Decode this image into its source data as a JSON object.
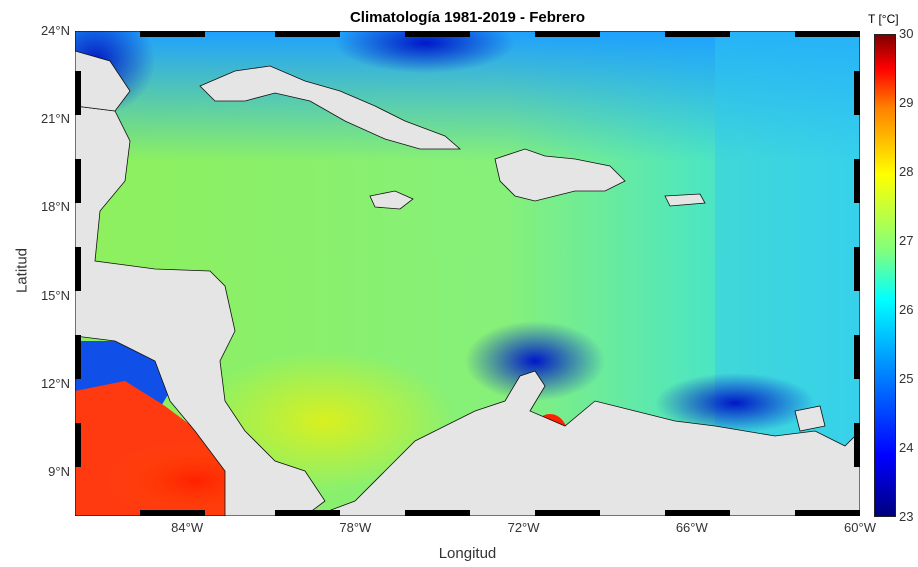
{
  "title": "Climatología 1981-2019 - Febrero",
  "axes": {
    "xlabel": "Longitud",
    "ylabel": "Latitud",
    "lon_range": [
      -88,
      -60
    ],
    "lat_range": [
      7.5,
      24
    ],
    "x_ticks": [
      {
        "lon": -84,
        "label": "84°W"
      },
      {
        "lon": -78,
        "label": "78°W"
      },
      {
        "lon": -72,
        "label": "72°W"
      },
      {
        "lon": -66,
        "label": "66°W"
      },
      {
        "lon": -60,
        "label": "60°W"
      }
    ],
    "y_ticks": [
      {
        "lat": 24,
        "label": "24°N"
      },
      {
        "lat": 21,
        "label": "21°N"
      },
      {
        "lat": 18,
        "label": "18°N"
      },
      {
        "lat": 15,
        "label": "15°N"
      },
      {
        "lat": 12,
        "label": "12°N"
      },
      {
        "lat": 9,
        "label": "9°N"
      }
    ]
  },
  "colorbar": {
    "unit": "T [°C]",
    "min": 23,
    "max": 30,
    "ticks": [
      "23",
      "24",
      "25",
      "26",
      "27",
      "28",
      "29",
      "30"
    ]
  },
  "colors": {
    "land": "#e5e5e5",
    "sea_base": "#7ff06a"
  }
}
